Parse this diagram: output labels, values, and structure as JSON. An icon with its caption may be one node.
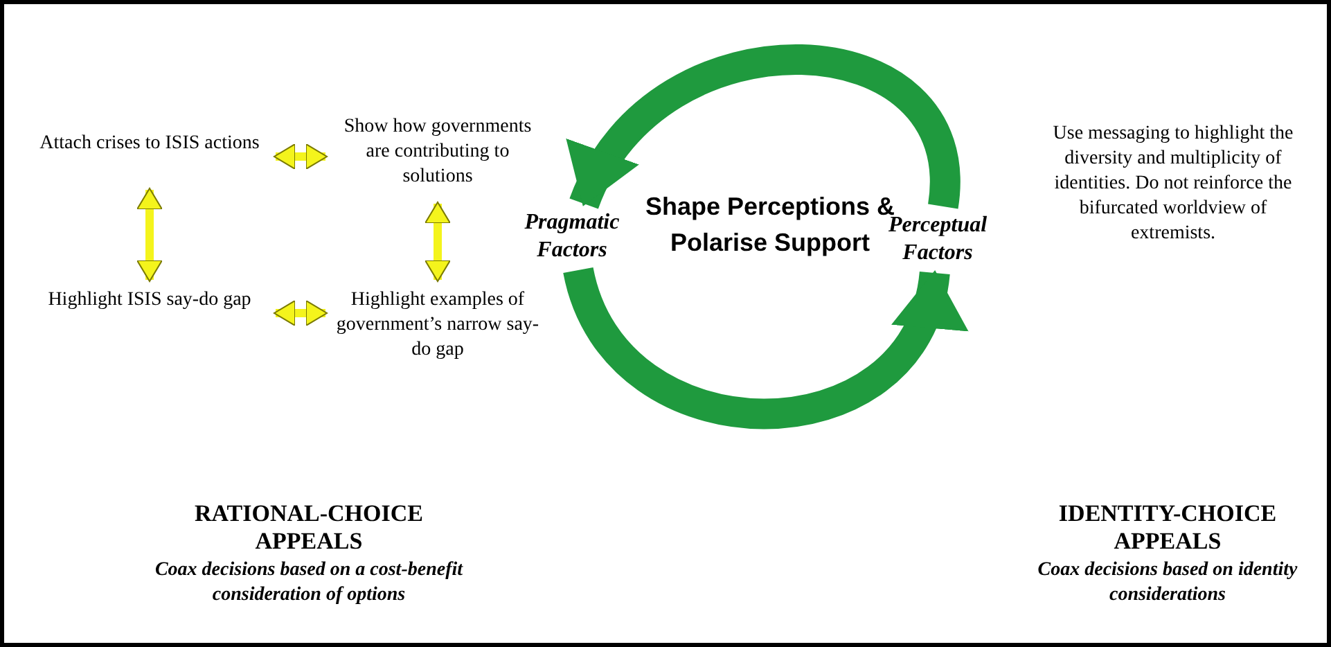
{
  "diagram": {
    "nodes": [
      {
        "text": [
          "Attach crises to ISIS actions"
        ]
      },
      {
        "text": [
          "Show how governments are contributing to solutions"
        ]
      },
      {
        "text": [
          "Highlight ISIS say-do gap"
        ]
      },
      {
        "text": [
          "Highlight examples of government’s narrow say-do gap"
        ]
      },
      {
        "text": [
          "Pragmatic Factors"
        ]
      },
      {
        "text": [
          "Perceptual Factors"
        ]
      }
    ],
    "edges": [
      {
        "from": 0,
        "to": 1,
        "arrow": "both"
      },
      {
        "from": 0,
        "to": 2,
        "arrow": "both"
      },
      {
        "from": 1,
        "to": 3,
        "arrow": "both"
      },
      {
        "from": 2,
        "to": 3,
        "arrow": "both"
      },
      {
        "from": 5,
        "to": 4,
        "arrow": "to",
        "style": "thick",
        "color": "#1f9a3e"
      },
      {
        "from": 4,
        "to": 5,
        "arrow": "to",
        "style": "thick",
        "color": "#1f9a3e"
      }
    ],
    "labels": [
      "Shape Perceptions & Polarise Support",
      "Use messaging to highlight the diversity and multiplicity of identities. Do not reinforce the bifurcated worldview of extremists.",
      "RATIONAL-CHOICE APPEALS",
      "Coax decisions based on a cost-benefit consideration of options",
      "IDENTITY-CHOICE APPEALS",
      "Coax decisions based on identity considerations"
    ]
  }
}
